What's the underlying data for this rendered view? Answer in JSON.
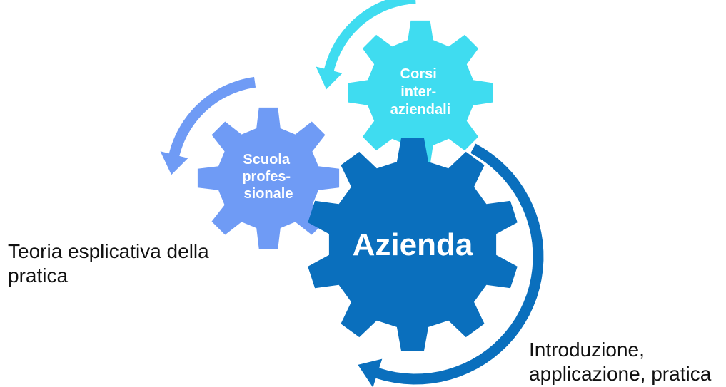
{
  "gears": {
    "azienda": {
      "label": "Azienda",
      "color": "#0a6fbd"
    },
    "scuola": {
      "lines": [
        "Scuola",
        "profes-",
        "sionale"
      ],
      "color": "#6f9bf5"
    },
    "corsi": {
      "lines": [
        "Corsi",
        "inter-",
        "aziendali"
      ],
      "color": "#3fdcf0"
    }
  },
  "arrows": {
    "azienda_color": "#0a6fbd",
    "scuola_color": "#6f9bf5",
    "corsi_color": "#3fdcf0"
  },
  "captions": {
    "left": [
      "Teoria esplicativa della",
      "pratica"
    ],
    "right": [
      "Introduzione,",
      "applicazione, pratica"
    ]
  }
}
